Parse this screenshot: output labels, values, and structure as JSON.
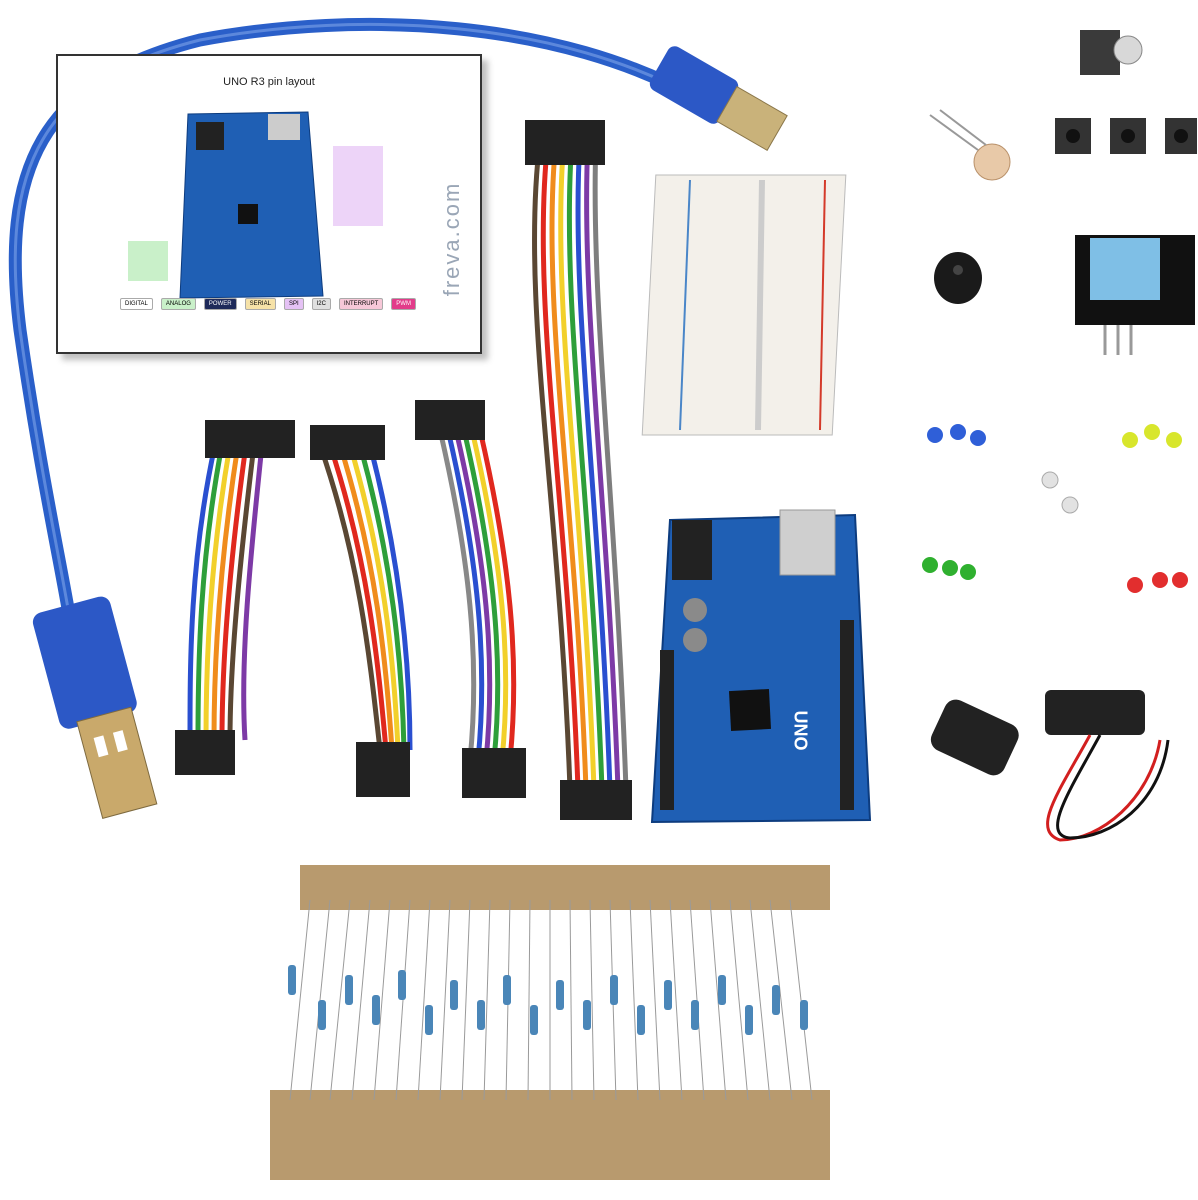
{
  "pinout_card": {
    "title": "UNO R3 pin layout",
    "brand": "freva.com",
    "legend": [
      "DIGITAL",
      "ANALOG",
      "POWER",
      "SERIAL",
      "SPI",
      "I2C",
      "INTERRUPT",
      "PWM"
    ],
    "legend_colors": [
      "#ffffff",
      "#c9f0c9",
      "#1e2a5a",
      "#f6e2a8",
      "#e5c2f5",
      "#e0e0e0",
      "#f7c8d8",
      "#e23c8a"
    ],
    "board_label": "UNO R3"
  },
  "board": {
    "label": "UNO",
    "color": "#1f5fb4"
  },
  "colors": {
    "usb_cable": "#2a5fc9",
    "resistor_body": "#4a86b8",
    "paper_tape": "#b89a6e"
  }
}
